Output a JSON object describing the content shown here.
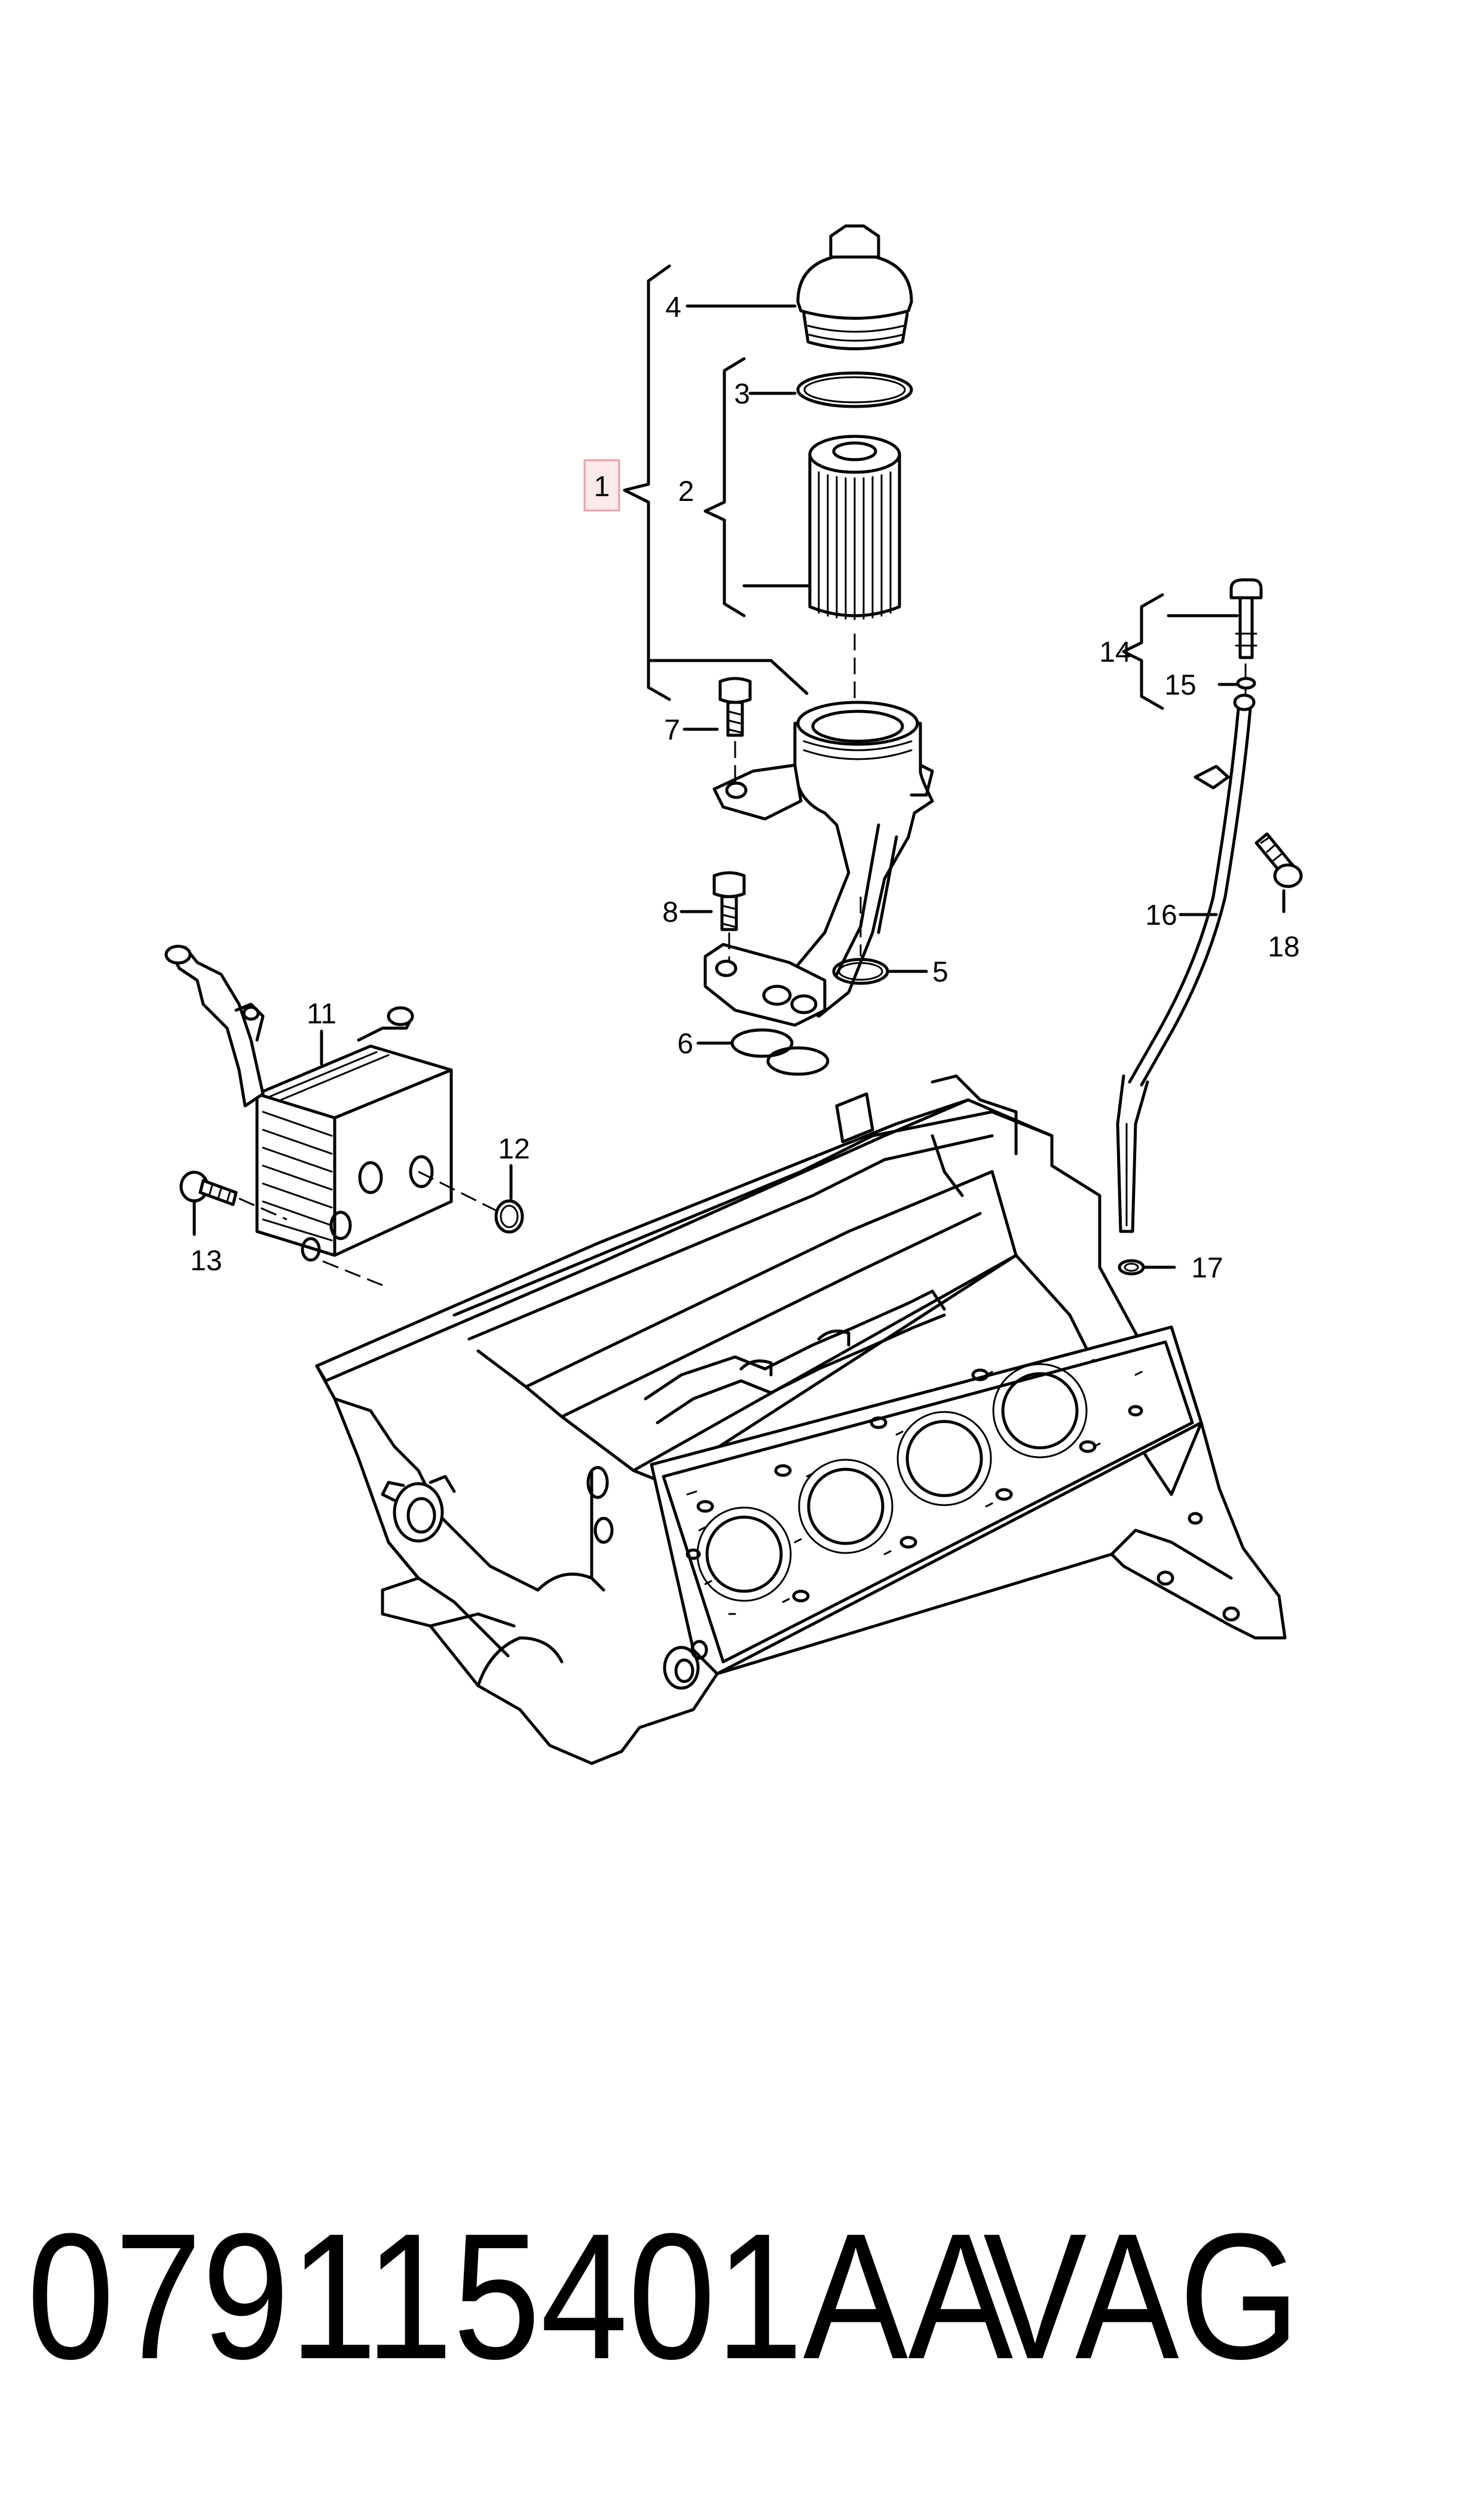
{
  "labels": {
    "p1": "1",
    "p2": "2",
    "p3": "3",
    "p4": "4",
    "p5": "5",
    "p6": "6",
    "p7": "7",
    "p8": "8",
    "p11": "11",
    "p12": "12",
    "p13": "13",
    "p14": "14",
    "p15": "15",
    "p16": "16",
    "p17": "17",
    "p18": "18"
  },
  "highlight_color": "#e8a0a8",
  "highlight_fill": "#fde8ea",
  "footer": {
    "part_number": "079115401AA",
    "brand": "VAG"
  }
}
